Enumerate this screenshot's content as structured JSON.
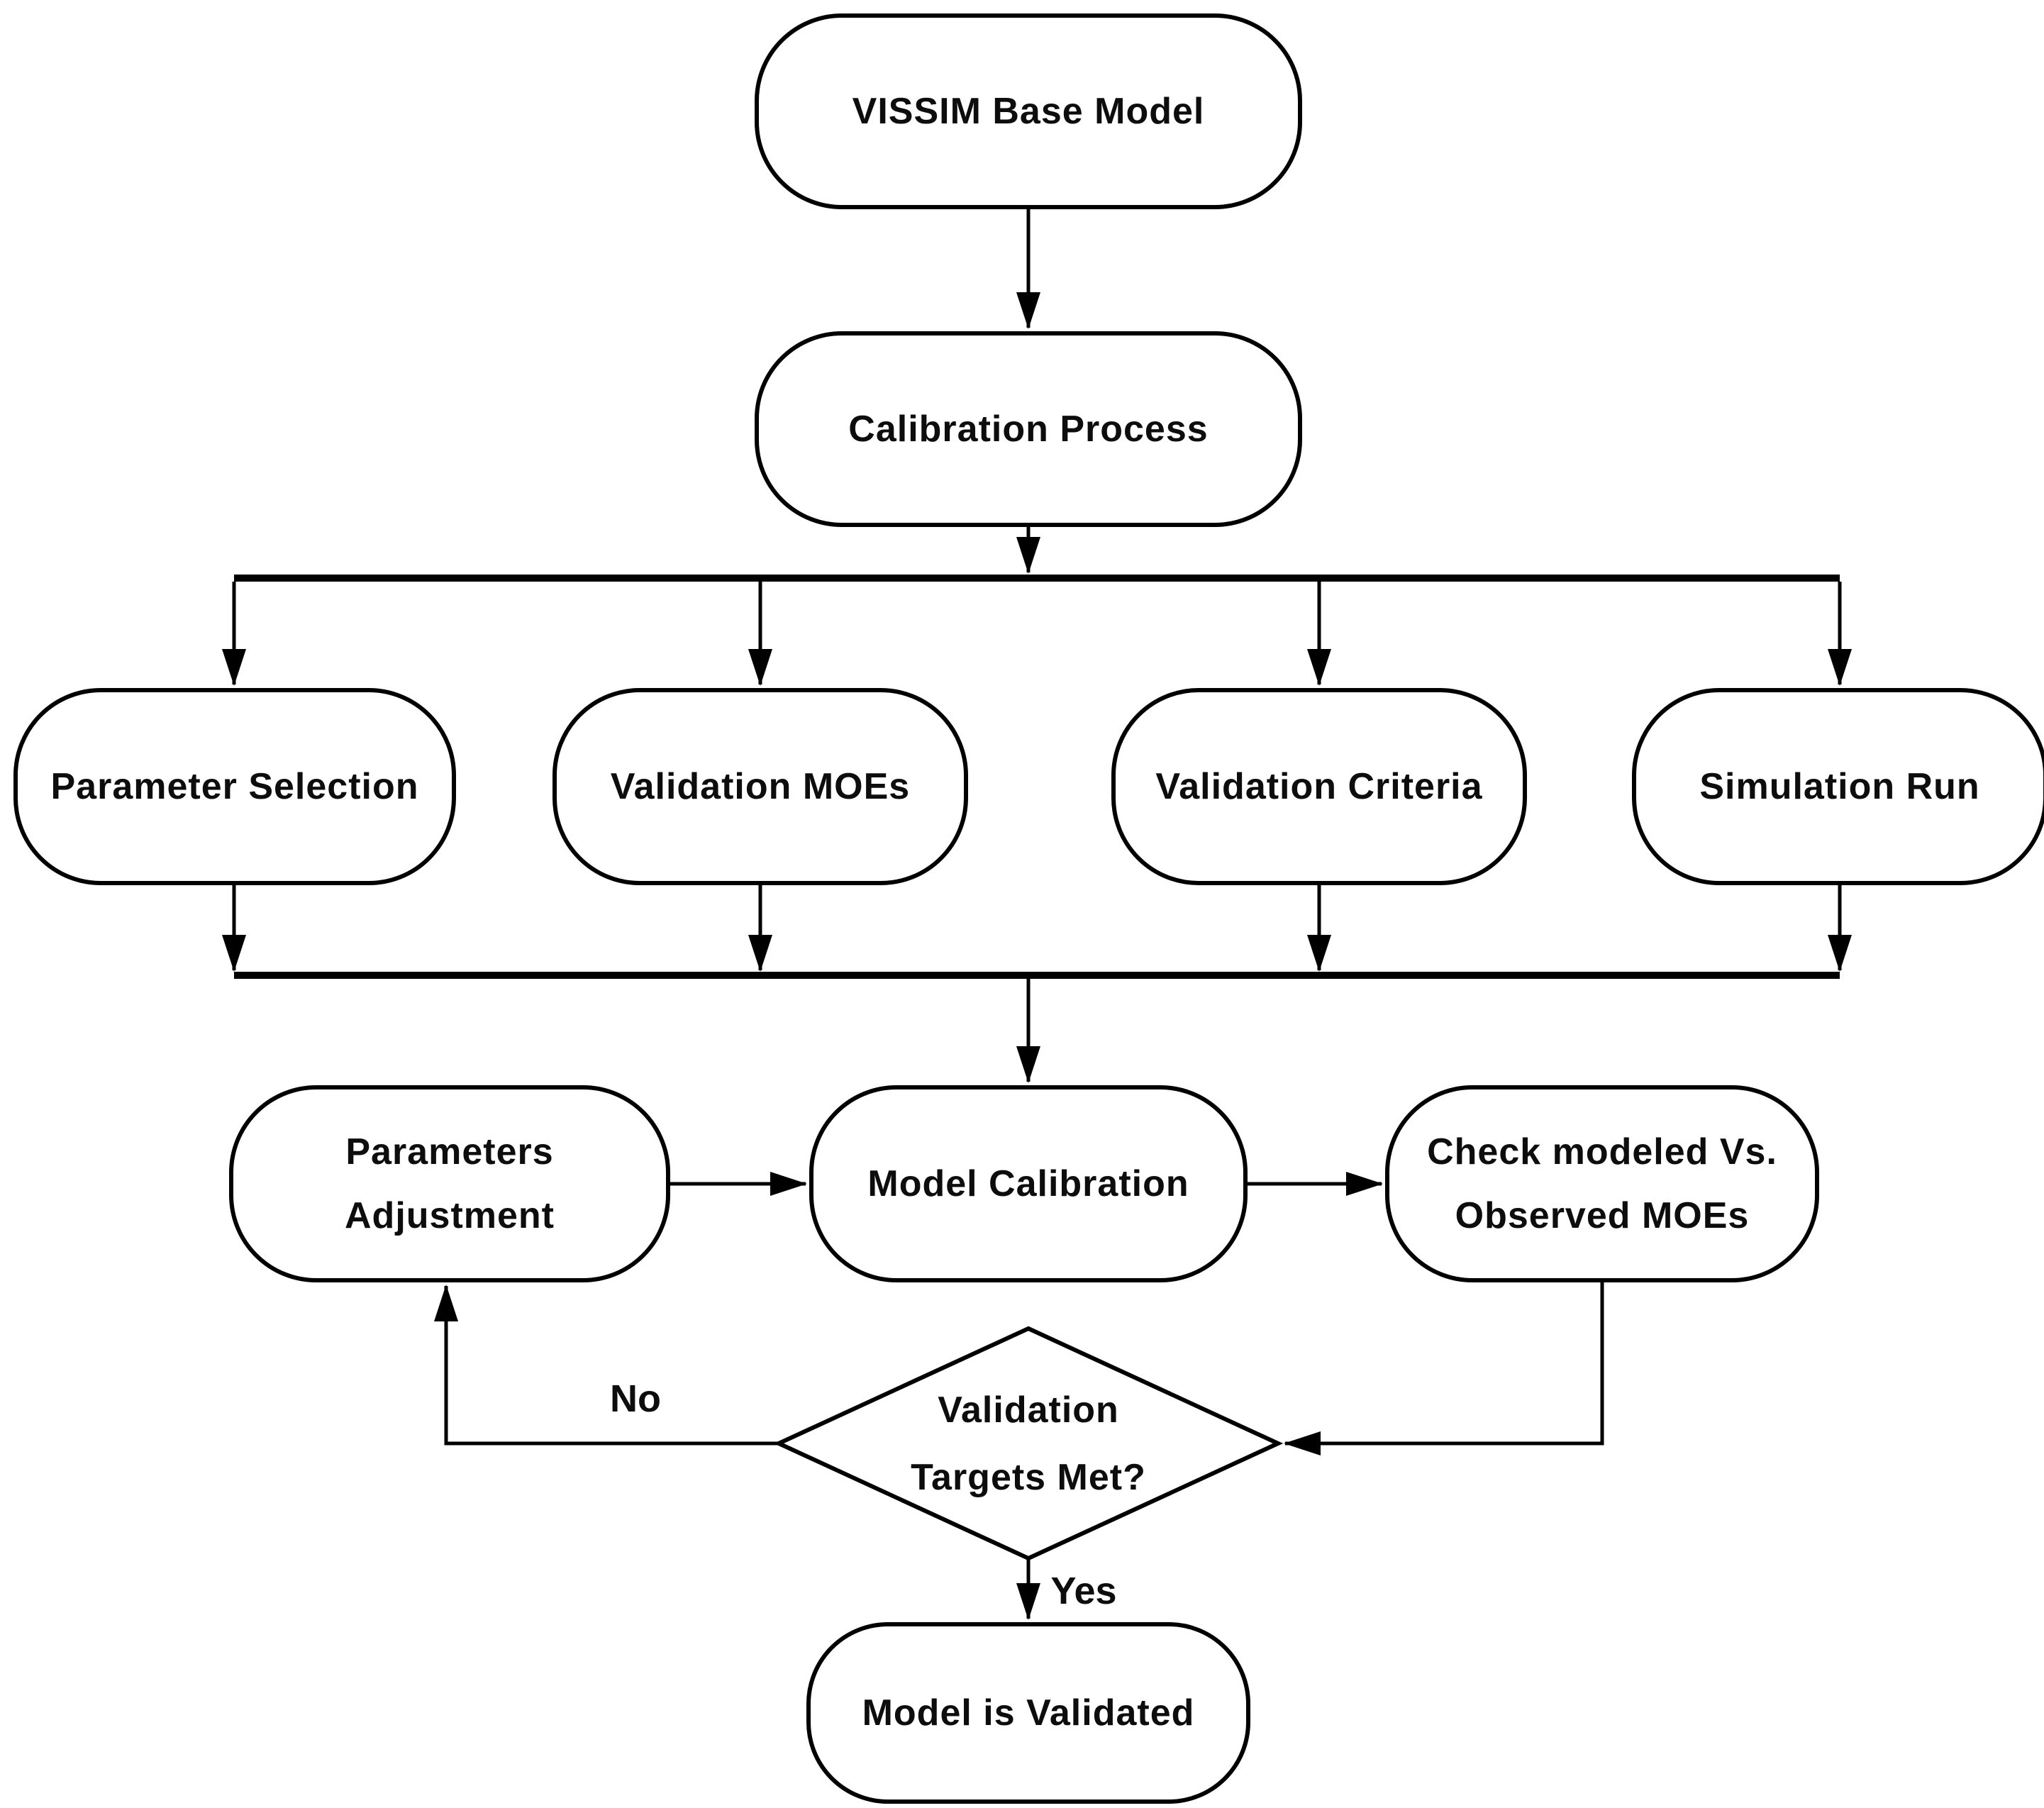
{
  "colors": {
    "background": "#ffffff",
    "line": "#000000",
    "box_fill": "#ffffff",
    "text": "#0d0d0d"
  },
  "nodes": {
    "vissim_base_model": {
      "label": "VISSIM Base Model"
    },
    "calibration_process": {
      "label": "Calibration Process"
    },
    "parameter_selection": {
      "label": "Parameter Selection"
    },
    "validation_moes": {
      "label": "Validation MOEs"
    },
    "validation_criteria": {
      "label": "Validation Criteria"
    },
    "simulation_run": {
      "label": "Simulation Run"
    },
    "parameters_adjustment": {
      "line1": "Parameters",
      "line2": "Adjustment"
    },
    "model_calibration": {
      "label": "Model Calibration"
    },
    "check_modeled_vs_observed": {
      "line1": "Check modeled Vs.",
      "line2": "Observed MOEs"
    },
    "validation_targets_met": {
      "line1": "Validation",
      "line2": "Targets Met?"
    },
    "model_is_validated": {
      "label": "Model is Validated"
    }
  },
  "edge_labels": {
    "no": "No",
    "yes": "Yes"
  }
}
